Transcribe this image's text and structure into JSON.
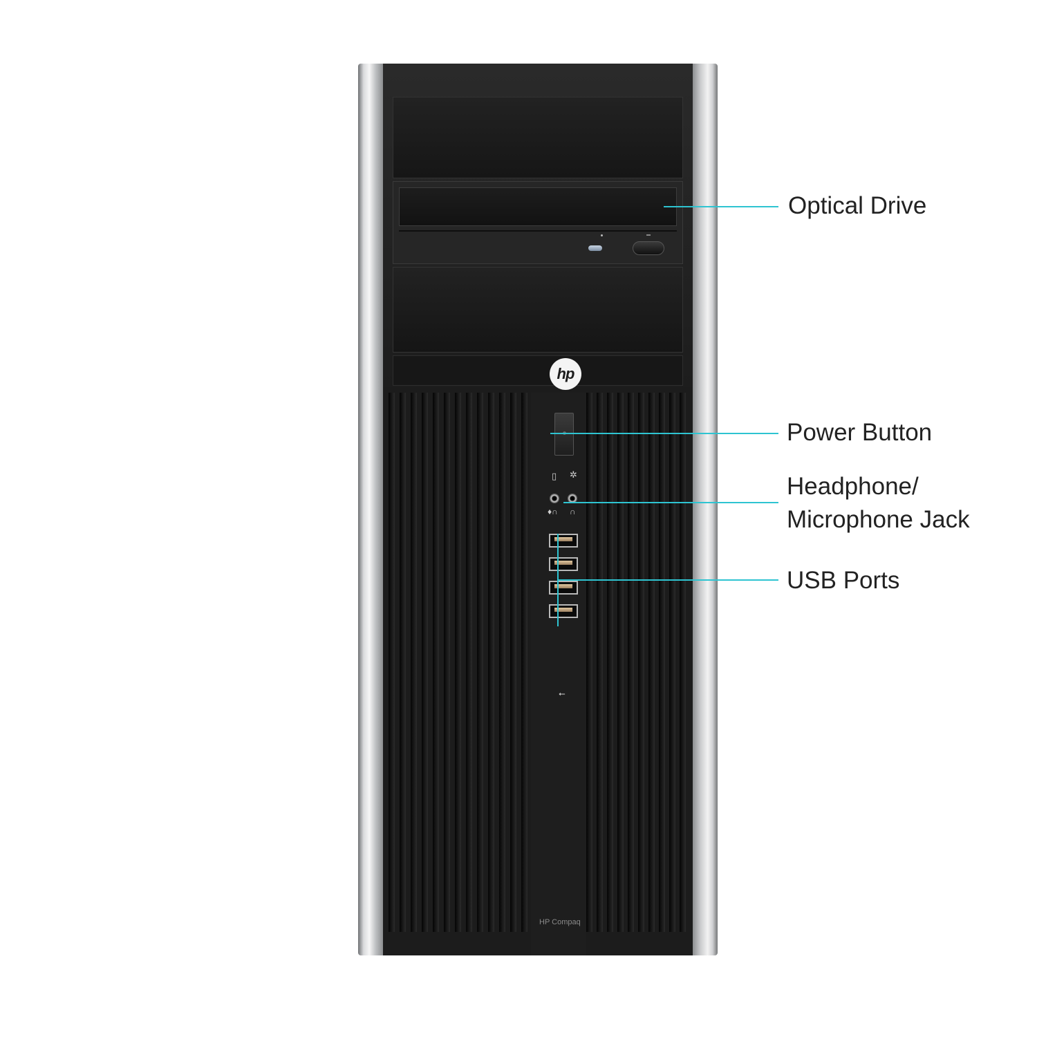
{
  "product": {
    "logo_text": "hp",
    "brand_text": "HP Compaq",
    "usb_symbol": "⭠"
  },
  "callouts": {
    "optical_drive": "Optical Drive",
    "power_button": "Power Button",
    "headphone_line1": "Headphone/",
    "headphone_line2": "Microphone Jack",
    "usb_ports": "USB Ports"
  },
  "colors": {
    "accent_leader": "#2ec4d1",
    "case_black": "#1c1c1c",
    "case_silver": "#d9dadc"
  },
  "icons": [
    "hard-drive-activity-icon",
    "power-indicator-icon",
    "microphone-icon",
    "headphone-icon",
    "usb-icon",
    "hp-logo-icon"
  ]
}
